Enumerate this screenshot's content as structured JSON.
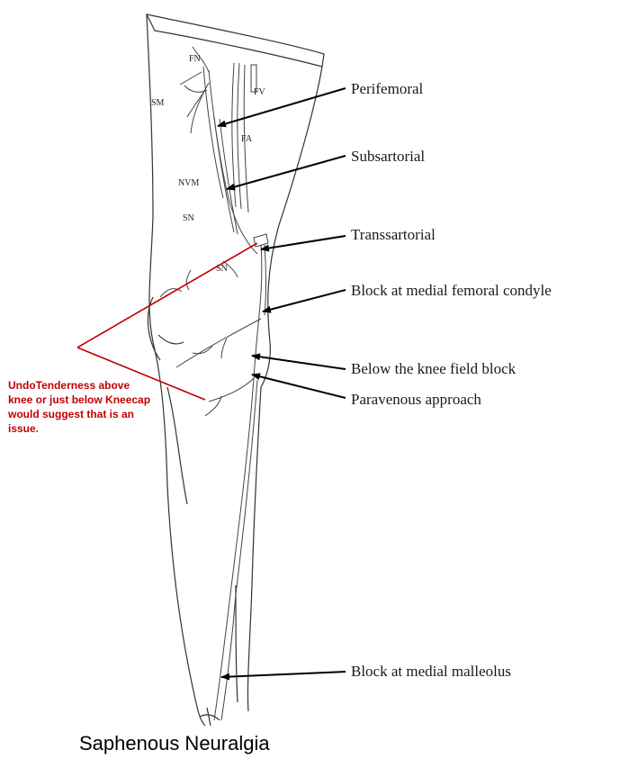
{
  "anatomy_labels": {
    "fn": "FN",
    "fv": "FV",
    "sm": "SM",
    "fa": "FA",
    "nvm": "NVM",
    "sn_upper": "SN",
    "sn_lower": "SN"
  },
  "callouts": {
    "perifemoral": "Perifemoral",
    "subsartorial": "Subsartorial",
    "transsartorial": "Transsartorial",
    "medial_femoral_condyle": "Block at medial femoral condyle",
    "below_knee": "Below the knee field block",
    "paravenous": "Paravenous approach",
    "medial_malleolus": "Block at medial malleolus"
  },
  "note": "UndoTenderness above knee or just below Kneecap would suggest that is an issue.",
  "caption": "Saphenous Neuralgia",
  "colors": {
    "note": "#c00000",
    "lines": "#333333"
  }
}
